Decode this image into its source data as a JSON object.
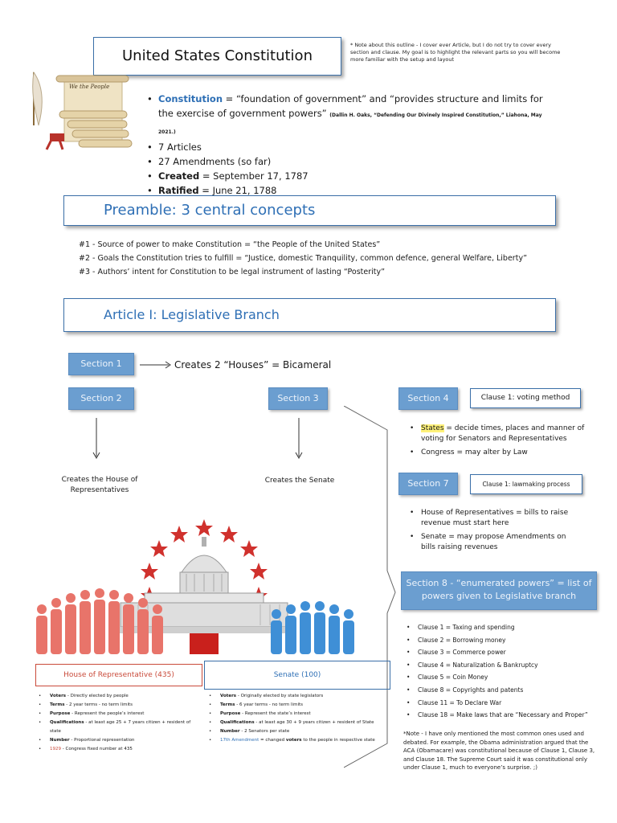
{
  "header": {
    "title": "United States Constitution",
    "note": "* Note about this outline - I cover ever Article, but I do not try to cover every section and clause. My goal is to highlight the relevant parts so you will become more familiar with the setup and layout",
    "scroll_text": "We the People",
    "facts": {
      "constitution_term": "Constitution",
      "constitution_def": " = “foundation of government” and “provides structure and limits for the exercise of government powers” ",
      "citation": "(Dallin H. Oaks, “Defending Our Divinely Inspired Constitution,” Liahona, May 2021.)",
      "articles": "7 Articles",
      "amendments": "27 Amendments (so far)",
      "created_label": "Created",
      "created_value": " = September 17, 1787",
      "ratified_label": "Ratified",
      "ratified_value": " = June 21, 1788"
    }
  },
  "preamble": {
    "title": "Preamble: 3 central concepts",
    "items": [
      "#1 - Source of power to make Constitution = “the People of the United States”",
      "#2 - Goals the Constitution tries to fulfill = “Justice, domestic Tranquility, common defence, general Welfare, Liberty”",
      "#3 - Authors’ intent for Constitution to be legal instrument of lasting “Posterity”"
    ]
  },
  "article1": {
    "title": "Article I: Legislative Branch",
    "section1": {
      "label": "Section 1",
      "desc": "Creates 2 “Houses” = Bicameral"
    },
    "section2": {
      "label": "Section 2",
      "desc": "Creates the House of Representatives"
    },
    "section3": {
      "label": "Section 3",
      "desc": "Creates the Senate"
    },
    "section4": {
      "label": "Section 4",
      "clause": "Clause 1: voting method",
      "b1_hl": "States",
      "b1_rest": " = decide times, places and manner of voting for Senators and Representatives",
      "b2": "Congress = may alter by Law"
    },
    "section7": {
      "label": "Section 7",
      "clause": "Clause 1: lawmaking process",
      "b1": "House of Representatives = bills to raise revenue must start here",
      "b2": "Senate = may propose Amendments on bills raising revenues"
    },
    "section8": {
      "label": "Section 8 - “enumerated powers” = list of powers given to Legislative branch",
      "clauses": [
        "Clause 1 = Taxing and spending",
        "Clause 2 = Borrowing money",
        "Clause 3 = Commerce power",
        "Clause 4 = Naturalization & Bankruptcy",
        "Clause 5 = Coin Money",
        "Clause 8 = Copyrights and patents",
        "Clause 11 = To Declare War",
        "Clause 18 = Make laws that are “Necessary and Proper”"
      ],
      "note": "*Note - I have only mentioned the most common ones used and debated. For example, the Obama administration argued that the ACA (Obamacare) was constitutional because of Clause 1, Clause 3, and Clause 18. The Supreme Court said it was constitutional only under Clause 1, much to everyone’s surprise. ;)"
    },
    "house": {
      "label": "House of Representative (435)",
      "rows": [
        {
          "term": "Voters",
          "text": " - Directly elected by people"
        },
        {
          "term": "Terms",
          "text": " - 2 year terms - no term limits"
        },
        {
          "term": "Purpose",
          "text": " - Represent the people’s interest"
        },
        {
          "term": "Qualifications",
          "text": " - at least age 25 + 7 years citizen + resident of state"
        },
        {
          "term": "Number",
          "text": " - Proportional representation"
        }
      ],
      "last_year": "1929",
      "last_text": " - Congress fixed number at 435"
    },
    "senate": {
      "label": "Senate (100)",
      "rows": [
        {
          "term": "Voters",
          "text": " - Originally elected by state legislators"
        },
        {
          "term": "Terms",
          "text": " - 6 year terms - no term limits"
        },
        {
          "term": "Purpose",
          "text": " - Represent the state’s interest"
        },
        {
          "term": "Qualifications",
          "text": " - at least age 30 + 9 years citizen + resident of State"
        },
        {
          "term": "Number",
          "text": " - 2 Senators per state"
        }
      ],
      "last_link": "17th Amendment",
      "last_mid": " = changed ",
      "last_bold": "voters",
      "last_text": " to the people in respective state"
    }
  },
  "colors": {
    "accent": "#2e6fb5",
    "section_box": "#6b9ed0",
    "house": "#e8746a",
    "senate": "#3f8fd6",
    "stars": "#d0312d",
    "highlight": "#fff27a"
  }
}
